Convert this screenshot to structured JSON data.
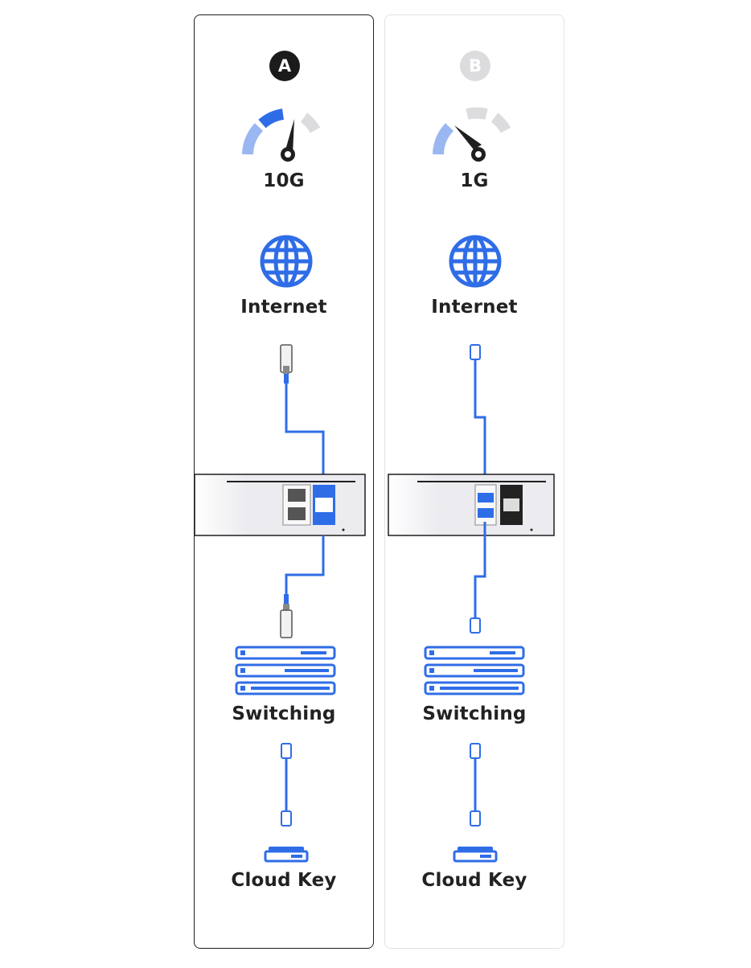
{
  "columns": [
    {
      "id": "a",
      "badge": "A",
      "speed": "10G",
      "internet_label": "Internet",
      "switching_label": "Switching",
      "cloudkey_label": "Cloud Key",
      "uplink_connector": "sfp",
      "gauge_level": "high"
    },
    {
      "id": "b",
      "badge": "B",
      "speed": "1G",
      "internet_label": "Internet",
      "switching_label": "Switching",
      "cloudkey_label": "Cloud Key",
      "uplink_connector": "rj45",
      "gauge_level": "low"
    }
  ],
  "colors": {
    "accent": "#2f6de7",
    "accent_light": "#9bb7f2",
    "dark": "#1f1f1f",
    "muted": "#dcdcdf",
    "device_fill": "#ececf0"
  }
}
